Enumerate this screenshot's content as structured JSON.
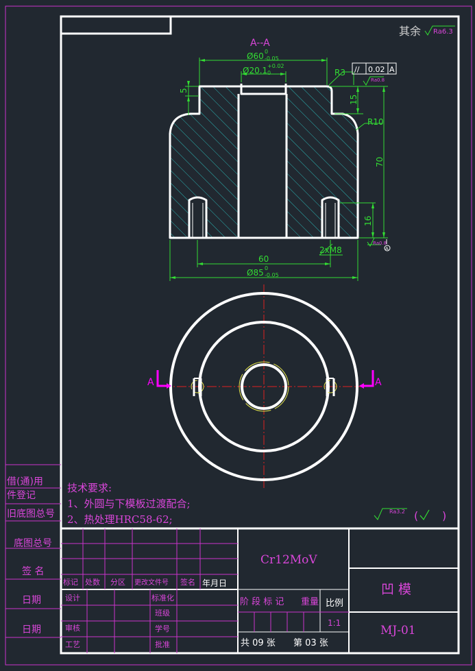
{
  "colors": {
    "background": "#212830",
    "frame": "#ffffff",
    "title_lines": "#cc33cc",
    "dimension": "#33dd33",
    "hatch": "#2ab3b3",
    "centerline": "#e02020",
    "marker": "#ff00ff",
    "thread": "#e6e64d",
    "cad_text": "#d946d9"
  },
  "drawing": {
    "section_label": "A--A",
    "roughness_other_prefix": "其余",
    "roughness_other_value": "Ra6.3",
    "dim_phi60": "Ø60",
    "dim_phi60_tol_upper": "0",
    "dim_phi60_tol_lower": "-0.05",
    "dim_phi20": "Ø20.1",
    "dim_phi20_tol_upper": "+0.02",
    "dim_phi20_tol_lower": "0",
    "dim_r3": "R3",
    "dim_r10": "R10",
    "dim_5": "5",
    "dim_15": "15",
    "dim_70": "70",
    "dim_16": "16",
    "dim_60": "60",
    "dim_phi85": "Ø85",
    "dim_phi85_tol_upper": "0",
    "dim_phi85_tol_lower": "-0.05",
    "thread_note": "2xM8",
    "parallelism_symbol": "//",
    "parallelism_value": "0.02",
    "parallelism_datum": "A",
    "ra_top": "Ra0.8",
    "ra_bottom": "Ra0.8",
    "datum_symbol": "A",
    "section_marker_left": "A",
    "section_marker_right": "A",
    "bottom_ra_value": "Ra3.2",
    "bottom_ra_open": "(",
    "bottom_ra_close": ")"
  },
  "notes": {
    "heading": "技术要求:",
    "line1": "1、外圆与下模板过渡配合;",
    "line2": "2、热处理HRC58-62;"
  },
  "side_labels": {
    "borrow": "借(通)用",
    "register": "件登记",
    "old_drawing_no": "旧底图总号",
    "drawing_no": "底图总号",
    "signature": "签 名",
    "date1": "日期",
    "date2": "日期"
  },
  "title_block": {
    "material": "Cr12MoV",
    "part_name": "凹 模",
    "drawing_number": "MJ-01",
    "col_mark": "标记",
    "col_count": "处数",
    "col_zone": "分区",
    "col_change_doc": "更改文件号",
    "col_sign": "签名",
    "col_date": "年月日",
    "design": "设计",
    "standardize": "标准化",
    "class": "班级",
    "student_no": "学号",
    "review": "审核",
    "process": "工艺",
    "approve": "批准",
    "stage_label": "阶 段 标 记",
    "weight_label": "重量",
    "scale_label": "比例",
    "scale_value": "1:1",
    "total_sheets": "共 09 张",
    "sheet_number": "第 03 张"
  }
}
